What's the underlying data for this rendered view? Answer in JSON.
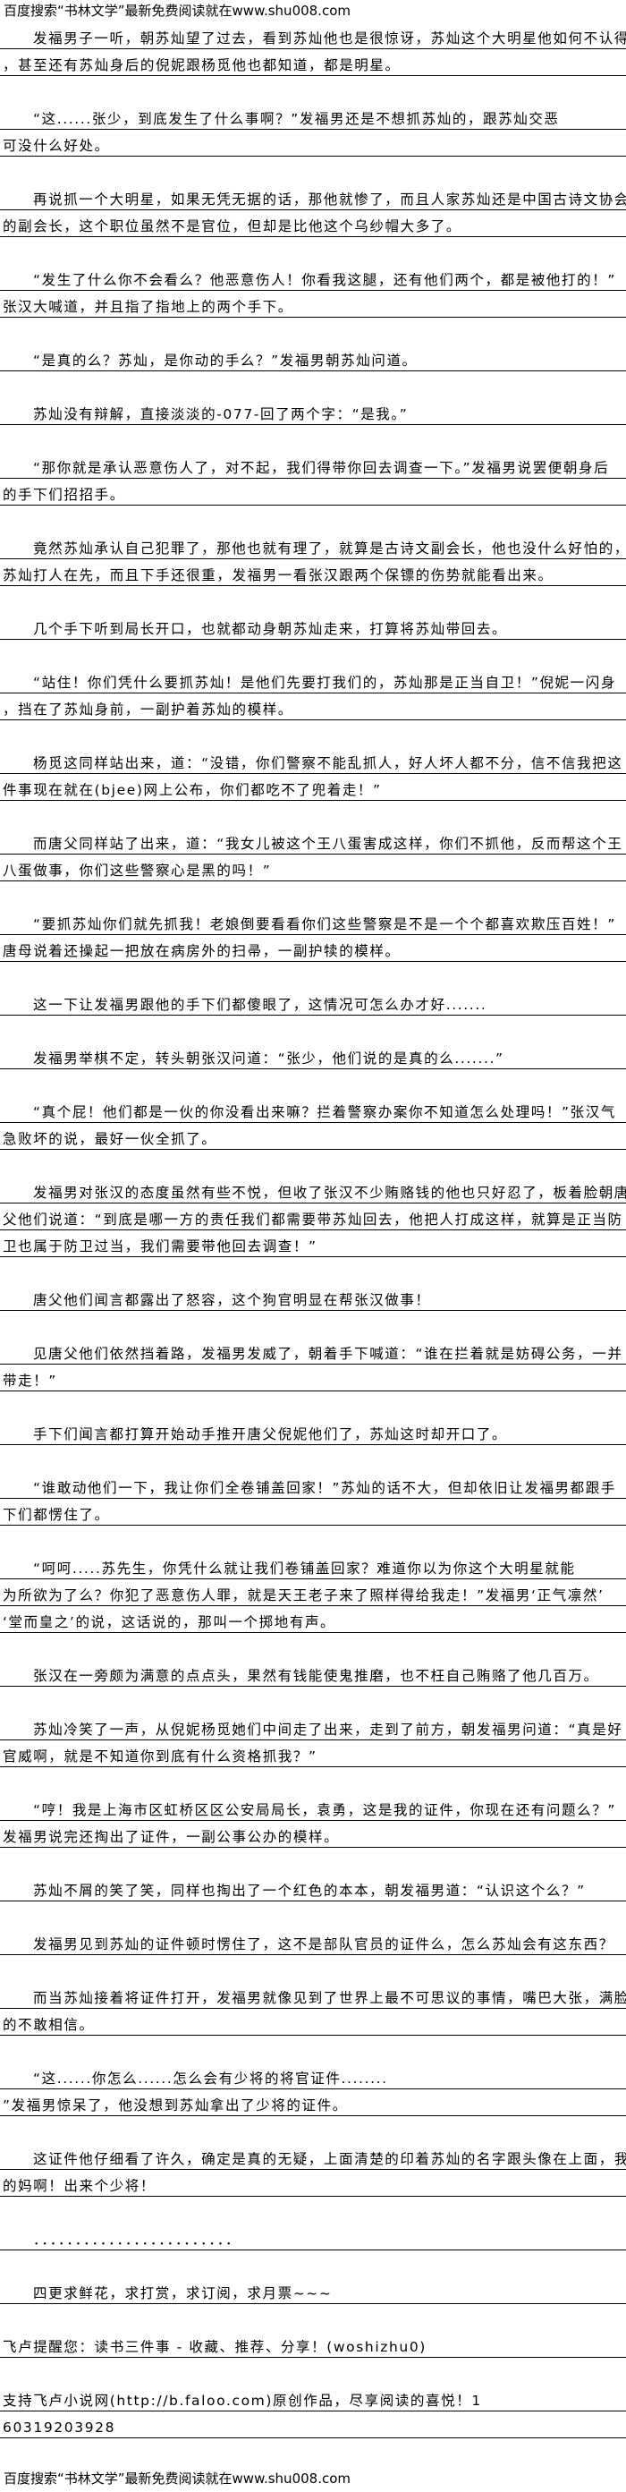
{
  "header": {
    "banner": "百度搜索“书林文学”最新免费阅读就在www.shu008.com"
  },
  "paragraphs": [
    {
      "lines": [
        "发福男子一听，朝苏灿望了过去，看到苏灿他也是很惊讶，苏灿这个大明星他如何不认得",
        "，甚至还有苏灿身后的倪妮跟杨觅他也都知道，都是明星。"
      ]
    },
    {
      "lines": [
        "“这......张少，到底发生了什么事啊？”发福男还是不想抓苏灿的，跟苏灿交恶",
        "可没什么好处。"
      ]
    },
    {
      "lines": [
        "再说抓一个大明星，如果无凭无据的话，那他就惨了，而且人家苏灿还是中国古诗文协会",
        "的副会长，这个职位虽然不是官位，但却是比他这个乌纱帽大多了。"
      ]
    },
    {
      "lines": [
        "“发生了什么你不会看么？他恶意伤人！你看我这腿，还有他们两个，都是被他打的！”",
        "张汉大喊道，并且指了指地上的两个手下。"
      ]
    },
    {
      "lines": [
        "“是真的么？苏灿，是你动的手么？”发福男朝苏灿问道。"
      ]
    },
    {
      "lines": [
        "苏灿没有辩解，直接淡淡的-077-回了两个字：“是我。”"
      ]
    },
    {
      "lines": [
        "“那你就是承认恶意伤人了，对不起，我们得带你回去调查一下。”发福男说罢便朝身后",
        "的手下们招招手。"
      ]
    },
    {
      "lines": [
        "竟然苏灿承认自己犯罪了，那他也就有理了，就算是古诗文副会长，他也没什么好怕的，",
        "苏灿打人在先，而且下手还很重，发福男一看张汉跟两个保镖的伤势就能看出来。"
      ]
    },
    {
      "lines": [
        "几个手下听到局长开口，也就都动身朝苏灿走来，打算将苏灿带回去。"
      ]
    },
    {
      "lines": [
        "“站住！你们凭什么要抓苏灿！是他们先要打我们的，苏灿那是正当自卫！”倪妮一闪身",
        "，挡在了苏灿身前，一副护着苏灿的模样。"
      ]
    },
    {
      "lines": [
        "杨觅这同样站出来，道：“没错，你们警察不能乱抓人，好人坏人都不分，信不信我把这",
        "件事现在就在(bjee)网上公布，你们都吃不了兜着走！”"
      ]
    },
    {
      "lines": [
        "而唐父同样站了出来，道：“我女儿被这个王八蛋害成这样，你们不抓他，反而帮这个王",
        "八蛋做事，你们这些警察心是黑的吗！”"
      ]
    },
    {
      "lines": [
        "“要抓苏灿你们就先抓我！老娘倒要看看你们这些警察是不是一个个都喜欢欺压百姓！”",
        "唐母说着还操起一把放在病房外的扫帚，一副护犊的模样。"
      ]
    },
    {
      "lines": [
        "这一下让发福男跟他的手下们都傻眼了，这情况可怎么办才好......."
      ]
    },
    {
      "lines": [
        "发福男举棋不定，转头朝张汉问道：“张少，他们说的是真的么.......”"
      ]
    },
    {
      "lines": [
        "“真个屁！他们都是一伙的你没看出来嘛？拦着警察办案你不知道怎么处理吗！”张汉气",
        "急败坏的说，最好一伙全抓了。"
      ]
    },
    {
      "lines": [
        "发福男对张汉的态度虽然有些不悦，但收了张汉不少贿赂钱的他也只好忍了，板着脸朝唐",
        "父他们说道：“到底是哪一方的责任我们都需要带苏灿回去，他把人打成这样，就算是正当防",
        "卫也属于防卫过当，我们需要带他回去调查！”"
      ]
    },
    {
      "lines": [
        "唐父他们闻言都露出了怒容，这个狗官明显在帮张汉做事！"
      ]
    },
    {
      "lines": [
        "见唐父他们依然挡着路，发福男发威了，朝着手下喊道：“谁在拦着就是妨碍公务，一并",
        "带走！”"
      ]
    },
    {
      "lines": [
        "手下们闻言都打算开始动手推开唐父倪妮他们了，苏灿这时却开口了。"
      ]
    },
    {
      "lines": [
        "“谁敢动他们一下，我让你们全卷铺盖回家！”苏灿的话不大，但却依旧让发福男都跟手",
        "下们都愣住了。"
      ]
    },
    {
      "lines": [
        "“呵呵.....苏先生，你凭什么就让我们卷铺盖回家？难道你以为你这个大明星就能",
        "为所欲为了么？你犯了恶意伤人罪，就是天王老子来了照样得给我走！”发福男‘正气凛然’",
        "‘堂而皇之’的说，这话说的，那叫一个掷地有声。"
      ]
    },
    {
      "lines": [
        "张汉在一旁颇为满意的点点头，果然有钱能使鬼推磨，也不枉自己贿赂了他几百万。"
      ]
    },
    {
      "lines": [
        "苏灿冷笑了一声，从倪妮杨觅她们中间走了出来，走到了前方，朝发福男问道：“真是好",
        "官威啊，就是不知道你到底有什么资格抓我？”"
      ]
    },
    {
      "lines": [
        "“哼！我是上海市区虹桥区区公安局局长，袁勇，这是我的证件，你现在还有问题么？”",
        "发福男说完还掏出了证件，一副公事公办的模样。"
      ]
    },
    {
      "lines": [
        "苏灿不屑的笑了笑，同样也掏出了一个红色的本本，朝发福男道：“认识这个么？”"
      ]
    },
    {
      "lines": [
        "发福男见到苏灿的证件顿时愣住了，这不是部队官员的证件么，怎么苏灿会有这东西？"
      ]
    },
    {
      "lines": [
        "而当苏灿接着将证件打开，发福男就像见到了世界上最不可思议的事情，嘴巴大张，满脸",
        "的不敢相信。"
      ]
    },
    {
      "lines": [
        "“这......你怎么......怎么会有少将的将官证件........",
        "”发福男惊呆了，他没想到苏灿拿出了少将的证件。"
      ]
    },
    {
      "lines": [
        "这证件他仔细看了许久，确定是真的无疑，上面清楚的印着苏灿的名字跟头像在上面，我",
        "的妈啊！出来个少将！"
      ]
    },
    {
      "lines": [
        "．．．．．．．．．．．．．．．．．．．．．．．．"
      ]
    },
    {
      "lines": [
        "四更求鲜花，求打赏，求订阅，求月票~~~"
      ]
    }
  ],
  "footer": {
    "notes": [
      {
        "lines": [
          "飞卢提醒您：读书三件事 - 收藏、推荐、分享！(woshizhu0)"
        ]
      },
      {
        "lines": [
          "支持飞卢小说网(http://b.faloo.com)原创作品，尽享阅读的喜悦！1",
          "60319203928"
        ]
      }
    ],
    "banner": "百度搜索“书林文学”最新免费阅读就在www.shu008.com"
  }
}
